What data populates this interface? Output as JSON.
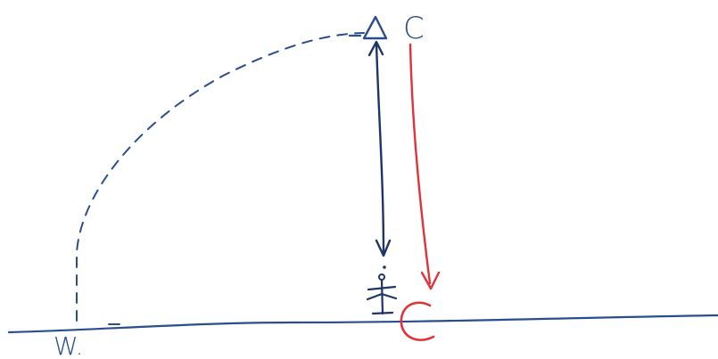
{
  "diagram": {
    "labels": {
      "top_right_letter": "C",
      "ground_left_letter": "W.",
      "ground_right_letter": "C"
    },
    "colors": {
      "blue_ink": "#2a4d8f",
      "dark_blue_ink": "#1e3566",
      "red_ink": "#e2323a",
      "paper": "#ffffff"
    },
    "icons": {
      "top_triangle": "triangle-icon",
      "stick_figure": "stick-figure-icon"
    }
  }
}
